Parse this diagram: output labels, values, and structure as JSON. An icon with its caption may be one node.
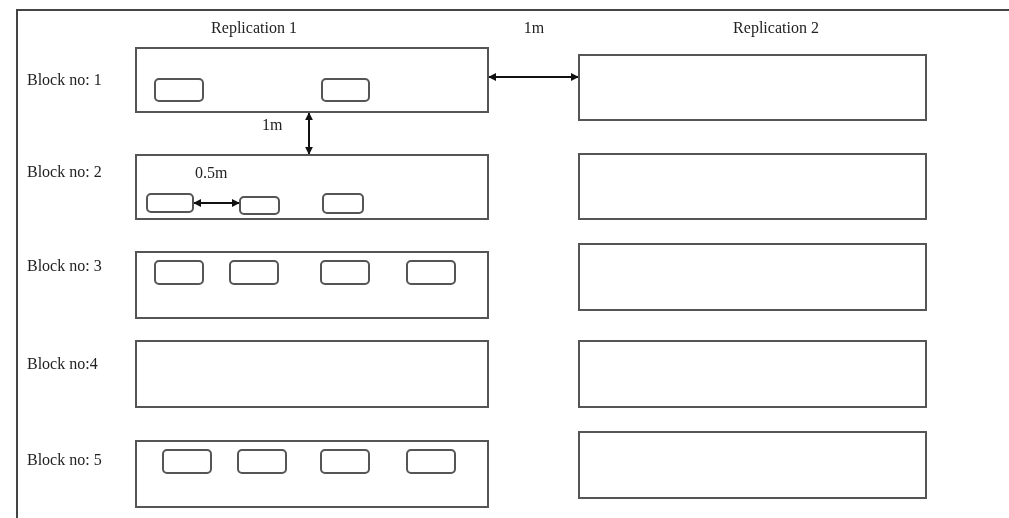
{
  "diagram": {
    "nodes": [
      {
        "text": [],
        "shape": "box",
        "beside": [
          "Block no: 1"
        ]
      },
      {
        "text": [],
        "shape": "box",
        "in": 0
      },
      {
        "text": [],
        "shape": "box",
        "in": 0
      },
      {
        "text": [],
        "shape": "box"
      },
      {
        "text": [],
        "shape": "box",
        "beside": [
          "Block no: 2"
        ]
      },
      {
        "text": [],
        "shape": "box",
        "in": 4
      },
      {
        "text": [],
        "shape": "box",
        "in": 4
      },
      {
        "text": [],
        "shape": "box",
        "in": 4
      },
      {
        "text": [],
        "shape": "box"
      },
      {
        "text": [],
        "shape": "box",
        "beside": [
          "Block no: 3"
        ]
      },
      {
        "text": [],
        "shape": "box",
        "in": 9
      },
      {
        "text": [],
        "shape": "box",
        "in": 9
      },
      {
        "text": [],
        "shape": "box",
        "in": 9
      },
      {
        "text": [],
        "shape": "box",
        "in": 9
      },
      {
        "text": [],
        "shape": "box"
      },
      {
        "text": [],
        "shape": "box",
        "beside": [
          "Block no:4"
        ]
      },
      {
        "text": [],
        "shape": "box"
      },
      {
        "text": [],
        "shape": "box",
        "beside": [
          "Block no: 5"
        ]
      },
      {
        "text": [],
        "shape": "box",
        "in": 17
      },
      {
        "text": [],
        "shape": "box",
        "in": 17
      },
      {
        "text": [],
        "shape": "box",
        "in": 17
      },
      {
        "text": [],
        "shape": "box",
        "in": 17
      },
      {
        "text": [],
        "shape": "box"
      }
    ],
    "edges": [
      {
        "from": 0,
        "to": 3,
        "arrow": "both",
        "label": "1m"
      },
      {
        "from": 0,
        "to": 4,
        "arrow": "both",
        "label": "1m"
      },
      {
        "from": 5,
        "to": 6,
        "arrow": "both",
        "label": "0.5m"
      }
    ],
    "labels": [
      "Replication 1",
      "Replication 2"
    ]
  }
}
